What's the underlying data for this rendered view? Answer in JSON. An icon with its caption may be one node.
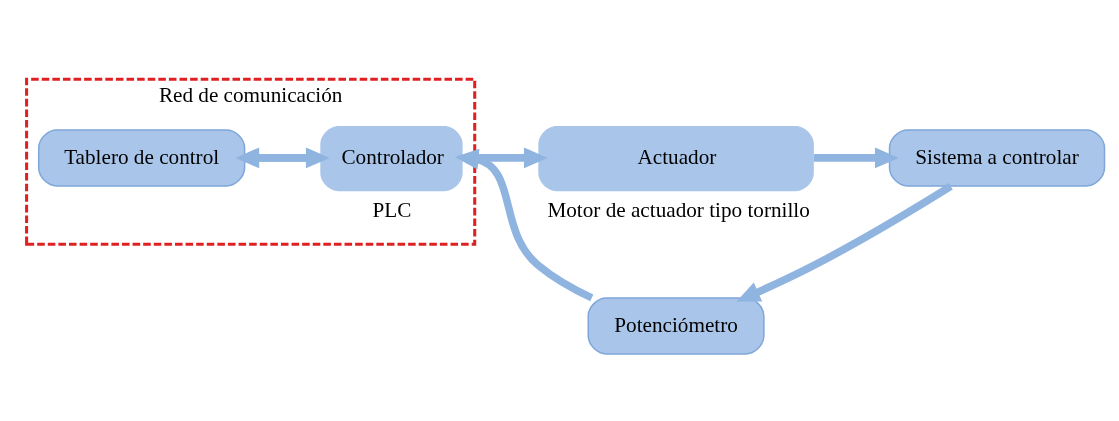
{
  "diagram": {
    "nodes": [
      {
        "text": [
          "Red de comunicación"
        ]
      },
      {
        "text": [
          "Tablero de control"
        ],
        "in": 0
      },
      {
        "text": [
          "Controlador"
        ],
        "in": 0,
        "beside": [
          "PLC"
        ]
      },
      {
        "text": [
          "Actuador"
        ],
        "beside": [
          "Motor de actuador tipo tornillo"
        ]
      },
      {
        "text": [
          "Sistema a controlar"
        ]
      },
      {
        "text": [
          "Potenciómetro"
        ]
      }
    ],
    "edges": [
      {
        "from": 1,
        "to": 2,
        "arrow": "to"
      },
      {
        "from": 2,
        "to": 1,
        "arrow": "to"
      },
      {
        "from": 2,
        "to": 3,
        "arrow": "to"
      },
      {
        "from": 3,
        "to": 4,
        "arrow": "to"
      },
      {
        "from": 4,
        "to": 5,
        "arrow": "to"
      },
      {
        "from": 5,
        "to": 2,
        "arrow": "to"
      }
    ]
  }
}
